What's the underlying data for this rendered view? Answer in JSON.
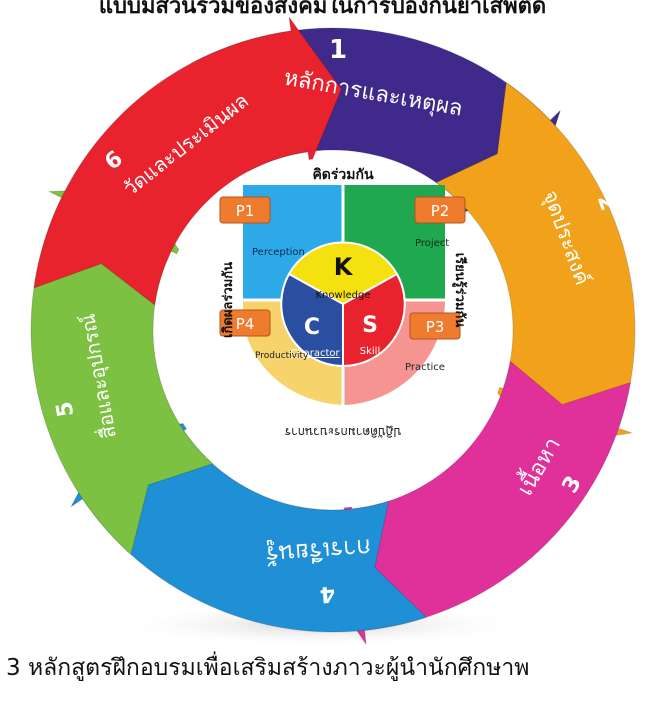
{
  "title": "แบบมีส่วนร่วมของสังคมในการป้องกันยาเสพติด",
  "caption": "3 หลักสูตรฝึกอบรมเพื่อเสริมสร้างภาวะผู้นำนักศึกษาพ",
  "arrows": [
    {
      "num": "1",
      "label": "หลักการและเหตุผล",
      "color": "#3f2a8c"
    },
    {
      "num": "2",
      "label": "จุดประสงค์",
      "color": "#f2a21a"
    },
    {
      "num": "3",
      "label": "เนื้อหา",
      "color": "#e0309a"
    },
    {
      "num": "4",
      "label": "การเรียนรู้",
      "color": "#1f8fd6"
    },
    {
      "num": "5",
      "label": "สื่อและอุปกรณ์",
      "color": "#7cc142"
    },
    {
      "num": "6",
      "label": "วัดและประเมินผล",
      "color": "#e8232e"
    }
  ],
  "center": {
    "top_label": "คิดร่วมกัน",
    "left_label": "เกิดผลร่วมกัน",
    "right_label": "เรียนรู้ร่วมกัน",
    "bottom_label": "ปฏิบัติตามกระบวนการ",
    "quadrants": [
      {
        "badge": "P1",
        "label": "Perception",
        "color": "#2ea9e8"
      },
      {
        "badge": "P2",
        "label": "Project",
        "color": "#1fa84f"
      },
      {
        "badge": "P3",
        "label": "Practice",
        "color": "#f59490"
      },
      {
        "badge": "P4",
        "label": "Productivity",
        "color": "#f6d36b"
      }
    ],
    "k": {
      "letter": "K",
      "word": "Knowledge",
      "color": "#f5e10f"
    },
    "s": {
      "letter": "S",
      "word": "Skill",
      "color": "#e8232e"
    },
    "c": {
      "letter": "C",
      "word": "Charactor",
      "color": "#2a4fa0"
    },
    "badge_color": "#ef7b2e"
  }
}
